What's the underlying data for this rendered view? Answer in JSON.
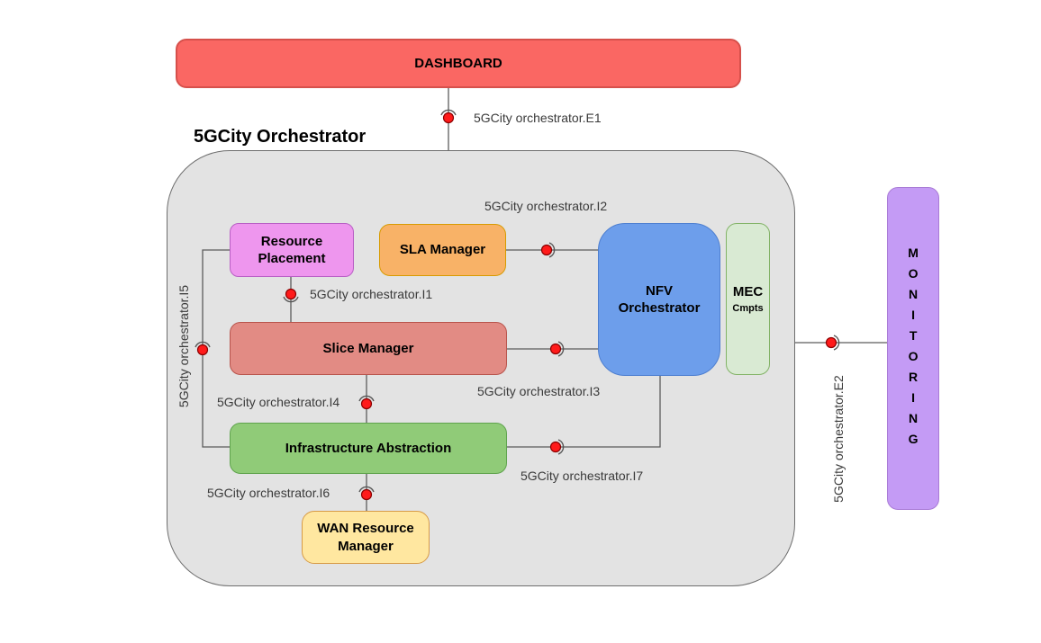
{
  "title": "5GCity Orchestrator",
  "container": {
    "fill": "#E3E3E3",
    "border": "#6E6E6E"
  },
  "nodes": {
    "dashboard": {
      "label": "DASHBOARD",
      "fill": "#FA6763",
      "border": "#D6504B"
    },
    "monitoring": {
      "label": "MONITORING",
      "fill": "#C49BF5",
      "border": "#A97BD6"
    },
    "resource_placement": {
      "label": "Resource\nPlacement",
      "fill": "#EE96EE",
      "border": "#B85FC4"
    },
    "sla_manager": {
      "label": "SLA Manager",
      "fill": "#F8B267",
      "border": "#D79B00"
    },
    "nfv_orchestrator": {
      "label": "NFV\nOrchestrator",
      "fill": "#6D9EEB",
      "border": "#4E7FD0"
    },
    "mec": {
      "label": "MEC",
      "sublabel": "Cmpts",
      "fill": "#D9EAD3",
      "border": "#82B366"
    },
    "slice_manager": {
      "label": "Slice Manager",
      "fill": "#E28B84",
      "border": "#B8544C"
    },
    "infrastructure_abstraction": {
      "label": "Infrastructure Abstraction",
      "fill": "#90CB78",
      "border": "#5FA34D"
    },
    "wan_resource_manager": {
      "label": "WAN Resource\nManager",
      "fill": "#FFE7A0",
      "border": "#D79B47"
    }
  },
  "edges": {
    "e1": {
      "label": "5GCity orchestrator.E1"
    },
    "e2": {
      "label": "5GCity orchestrator.E2"
    },
    "i1": {
      "label": "5GCity orchestrator.I1"
    },
    "i2": {
      "label": "5GCity orchestrator.I2"
    },
    "i3": {
      "label": "5GCity orchestrator.I3"
    },
    "i4": {
      "label": "5GCity orchestrator.I4"
    },
    "i5": {
      "label": "5GCity orchestrator.I5"
    },
    "i6": {
      "label": "5GCity orchestrator.I6"
    },
    "i7": {
      "label": "5GCity orchestrator.I7"
    }
  },
  "connector": {
    "dot_color": "#FF1A1A",
    "dot_border": "#8B0000",
    "arc_color": "#555555",
    "line_color": "#5C5C5C"
  }
}
